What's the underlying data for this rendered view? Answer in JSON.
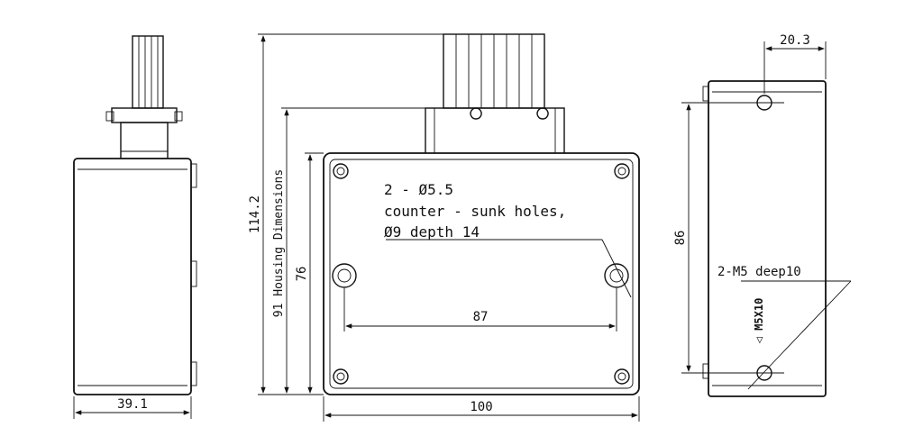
{
  "dimensions": {
    "side_width": "39.1",
    "overall_height": "114.2",
    "housing_height": "91 Housing Dimensions",
    "inner_height": "76",
    "front_width": "100",
    "hole_spacing": "87",
    "right_height": "86",
    "right_offset": "20.3"
  },
  "annotations": {
    "hole_note_1": "2 - Ø5.5",
    "hole_note_2": "counter - sunk holes,",
    "hole_note_3": "Ø9 depth 14",
    "thread_note": "2-M5 deep10",
    "thread_mark": "◁ M5X10"
  }
}
